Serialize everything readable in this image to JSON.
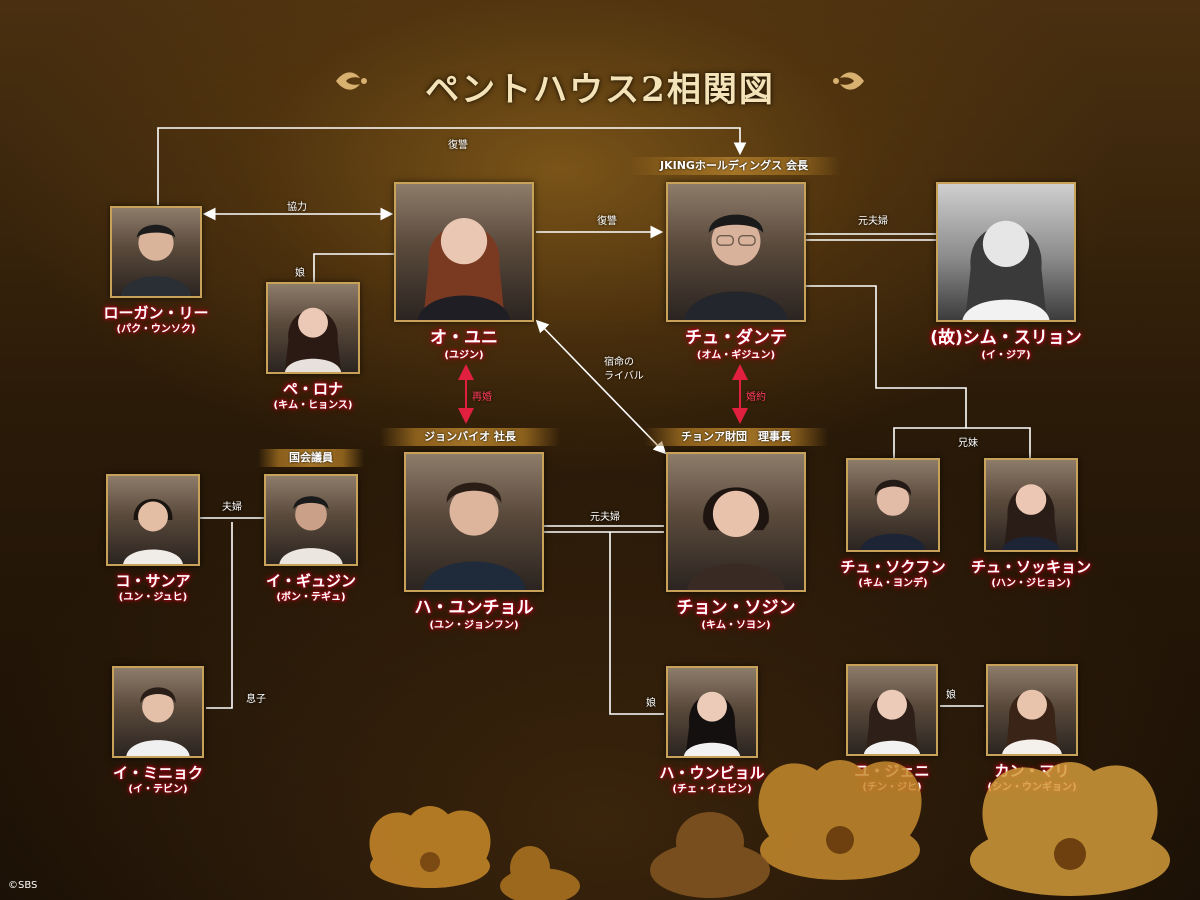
{
  "title": "ペントハウス2相関図",
  "copyright": "©SBS",
  "banners": {
    "jking": "JKINGホールディングス 会長",
    "kokkai": "国会議員",
    "jungbio": "ジョンバイオ 社長",
    "cheonga": "チョンア財団　理事長"
  },
  "relations": {
    "revenge_top": "復讐",
    "kyoryoku": "協力",
    "daughter_rona": "娘",
    "revenge_mid": "復讐",
    "motofufu_top": "元夫婦",
    "saikon": "再婚",
    "shukumei": "宿命の\nライバル",
    "konyaku": "婚約",
    "kyodai": "兄妹",
    "fufu": "夫婦",
    "motofufu_mid": "元夫婦",
    "musuko": "息子",
    "daughter_eunbyeol": "娘",
    "daughter_jenny": "娘"
  },
  "people": {
    "logan": {
      "name": "ローガン・リー",
      "actor": "(パク・ウンソク)"
    },
    "yuni": {
      "name": "オ・ユニ",
      "actor": "(ユジン)"
    },
    "rona": {
      "name": "ペ・ロナ",
      "actor": "(キム・ヒョンス)"
    },
    "dante": {
      "name": "チュ・ダンテ",
      "actor": "(オム・ギジュン)"
    },
    "suryeon": {
      "name": "(故)シム・スリョン",
      "actor": "(イ・ジア)"
    },
    "yuncheol": {
      "name": "ハ・ユンチョル",
      "actor": "(ユン・ジョンフン)"
    },
    "sojin": {
      "name": "チョン・ソジン",
      "actor": "(キム・ソヨン)"
    },
    "sanga": {
      "name": "コ・サンア",
      "actor": "(ユン・ジュヒ)"
    },
    "gyujin": {
      "name": "イ・ギュジン",
      "actor": "(ボン・テギュ)"
    },
    "seokhun": {
      "name": "チュ・ソクフン",
      "actor": "(キム・ヨンデ)"
    },
    "seokkyung": {
      "name": "チュ・ソッキョン",
      "actor": "(ハン・ジヒョン)"
    },
    "minhyuk": {
      "name": "イ・ミニョク",
      "actor": "(イ・テビン)"
    },
    "eunbyeol": {
      "name": "ハ・ウンビョル",
      "actor": "(チェ・イェビン)"
    },
    "jenny": {
      "name": "ユ・ジェニ",
      "actor": "(チン・ジヒ)"
    },
    "mari": {
      "name": "カン・マリ",
      "actor": "(シン・ウンギョン)"
    }
  },
  "colors": {
    "accent_gold": "#c9a25a",
    "name_glow": "#c8001e",
    "arrow_red": "#e0203e"
  }
}
